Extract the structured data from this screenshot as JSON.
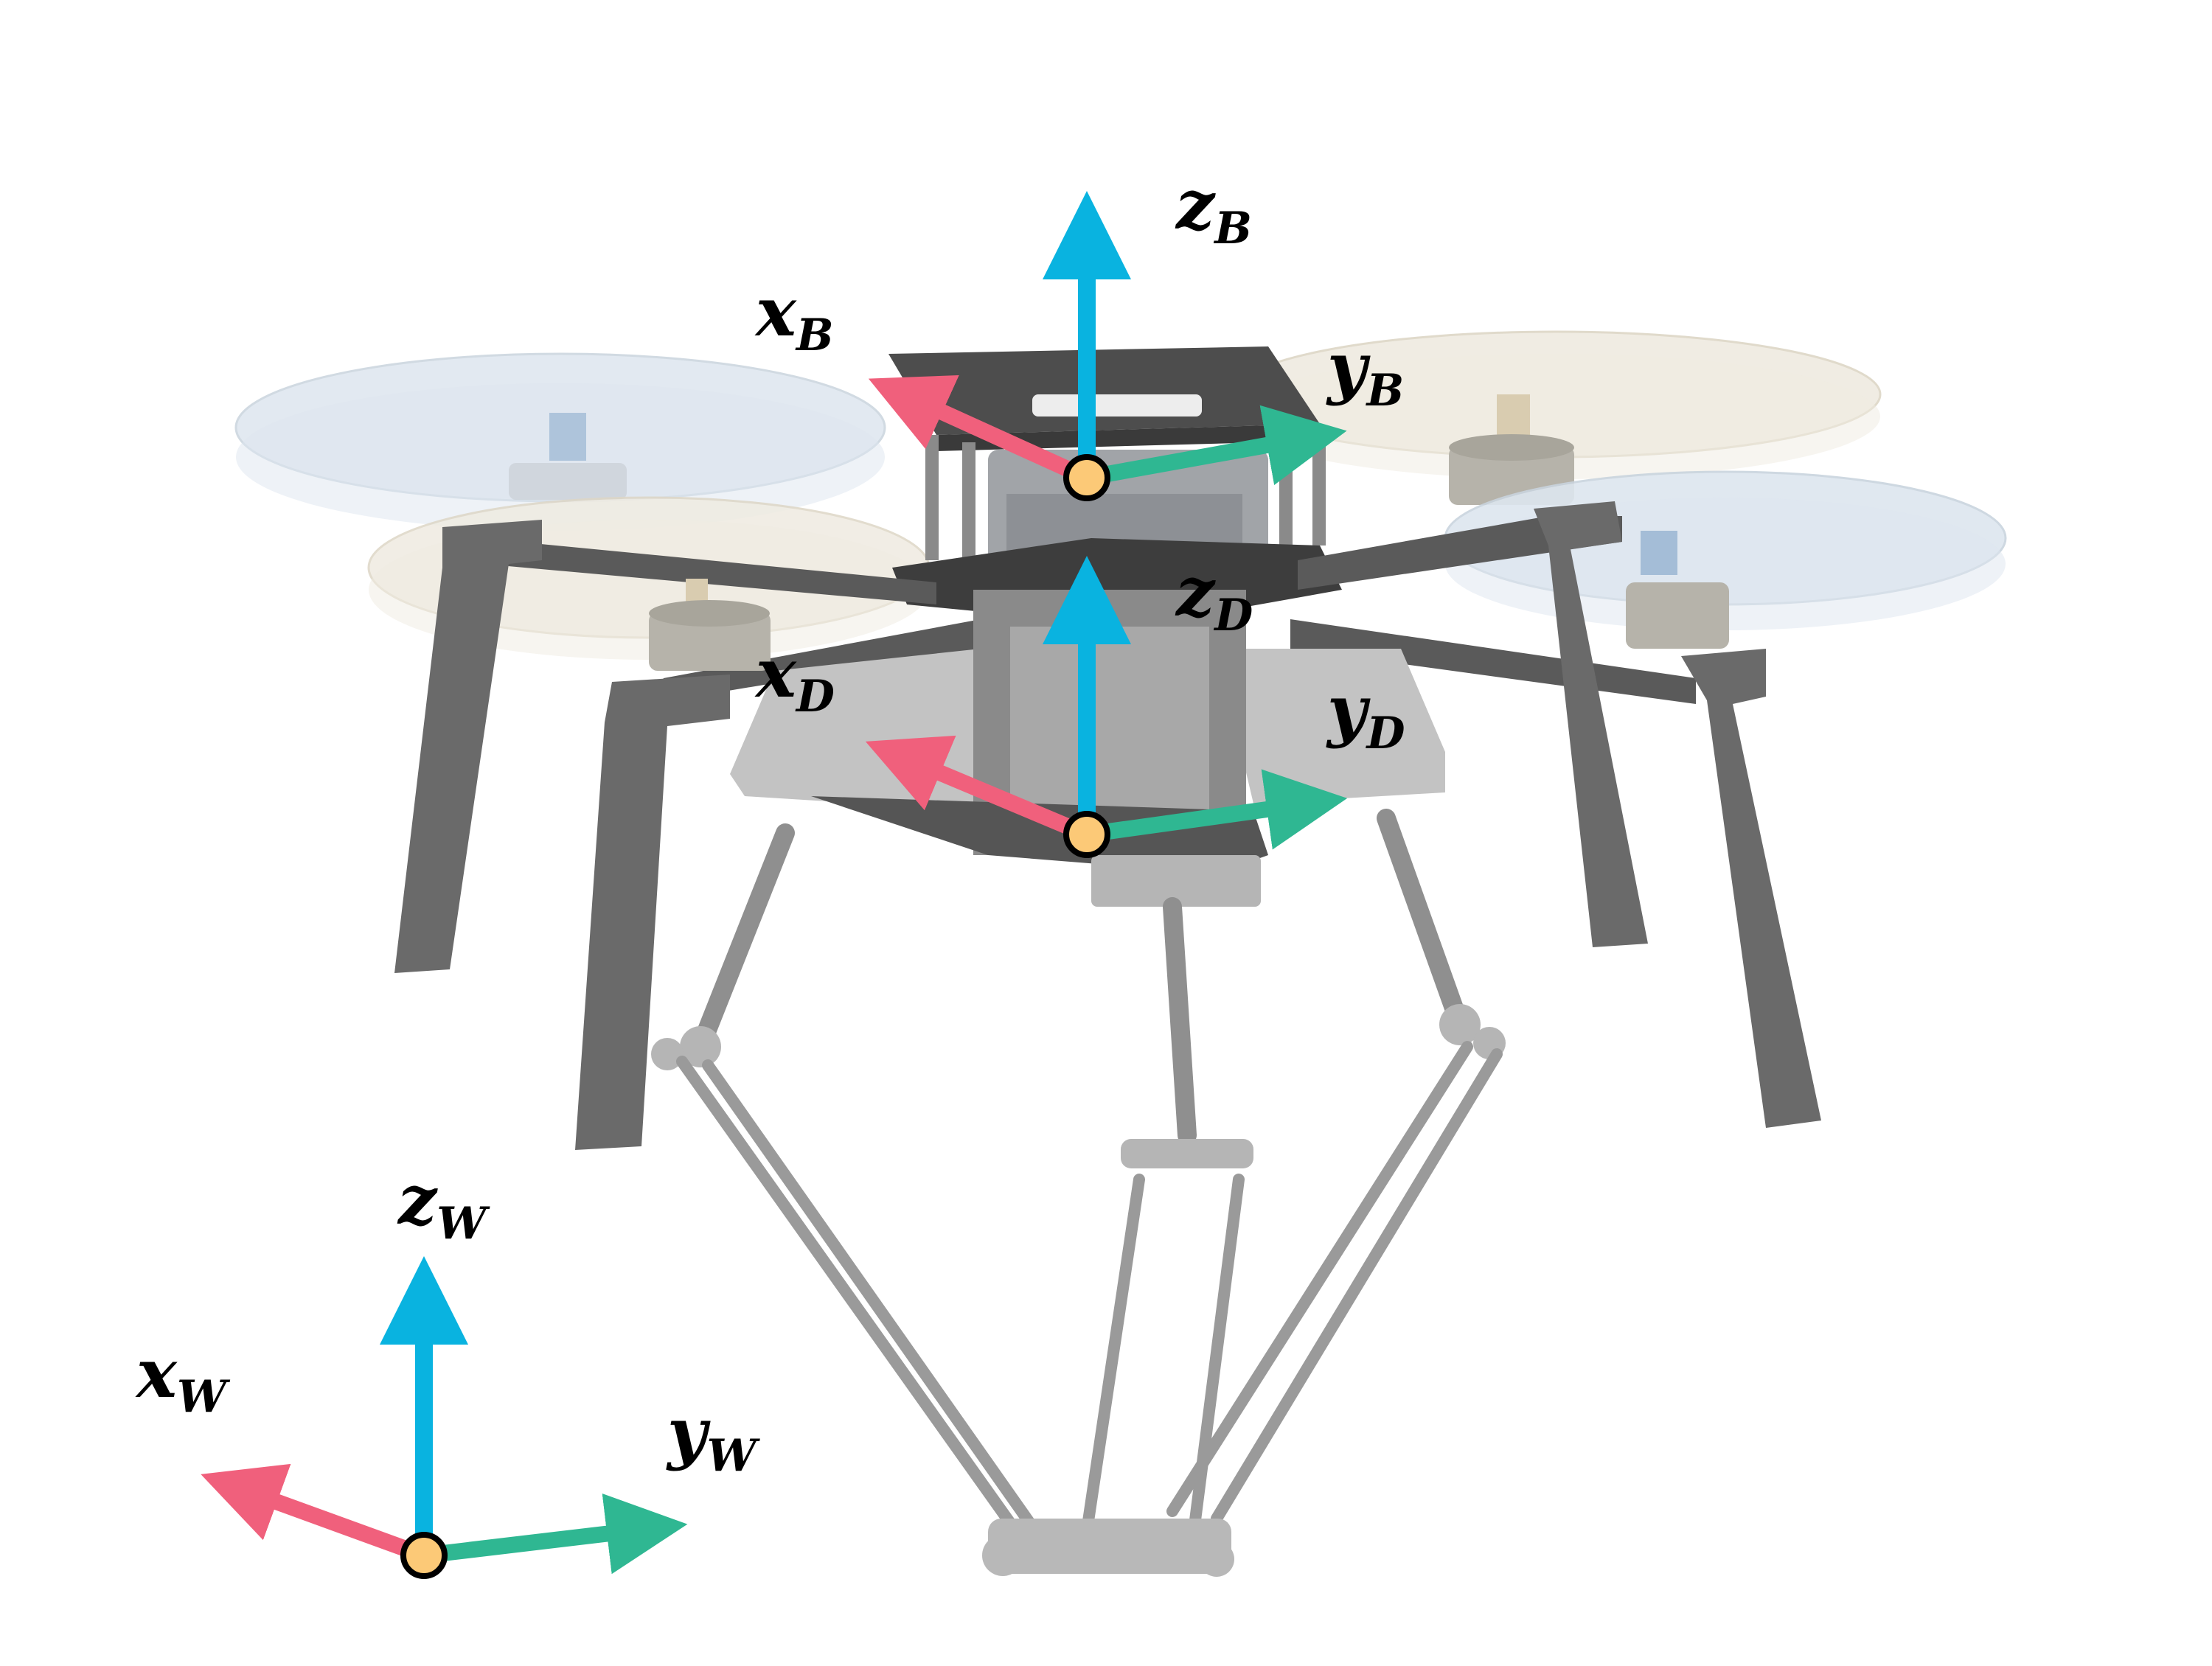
{
  "colors": {
    "x_axis": "#f0607c",
    "y_axis": "#2fb792",
    "z_axis": "#09b3e0",
    "origin_fill": "#fcc977",
    "origin_stroke": "#000000",
    "frame_dark": "#6d6d6d",
    "frame_light": "#a9a9a9",
    "prop_blue": "#dde6ef",
    "prop_tan": "#efebe1"
  },
  "frames": {
    "body": {
      "name": "body-frame",
      "x_label": "x",
      "x_sub": "B",
      "y_label": "y",
      "y_sub": "B",
      "z_label": "z",
      "z_sub": "B"
    },
    "delta": {
      "name": "delta-frame",
      "x_label": "x",
      "x_sub": "D",
      "y_label": "y",
      "y_sub": "D",
      "z_label": "z",
      "z_sub": "D"
    },
    "world": {
      "name": "world-frame",
      "x_label": "x",
      "x_sub": "W",
      "y_label": "y",
      "y_sub": "W",
      "z_label": "z",
      "z_sub": "W"
    }
  }
}
